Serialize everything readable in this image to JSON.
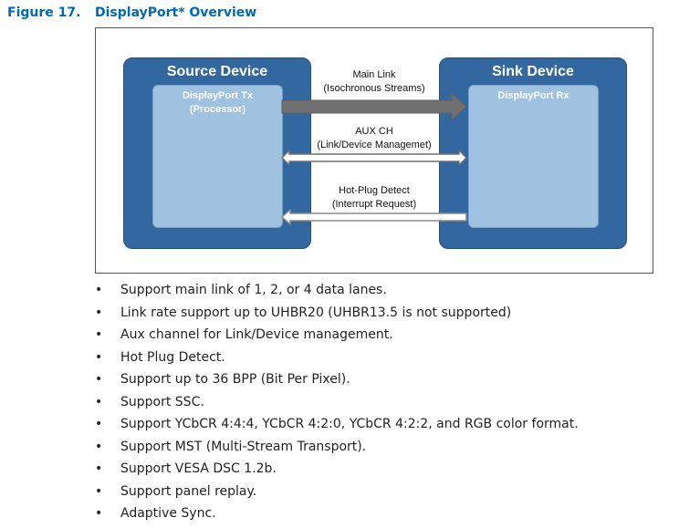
{
  "figure": {
    "number": "Figure 17.",
    "title": "DisplayPort* Overview"
  },
  "diagram": {
    "source": {
      "title": "Source Device",
      "inner_line1": "DisplayPort Tx",
      "inner_line2": "(Processor)"
    },
    "sink": {
      "title": "Sink Device",
      "inner_line1": "DisplayPort Rx"
    },
    "links": [
      {
        "line1": "Main Link",
        "line2": "(Isochronous Streams)",
        "direction": "source-to-sink"
      },
      {
        "line1": "AUX CH",
        "line2": "(Link/Device Managemet)",
        "direction": "bidirectional"
      },
      {
        "line1": "Hot-Plug Detect",
        "line2": "(Interrupt Request)",
        "direction": "sink-to-source"
      }
    ]
  },
  "bullets": [
    "Support main link of 1, 2, or 4 data lanes.",
    "Link rate support up to UHBR20 (UHBR13.5 is not supported)",
    "Aux channel for Link/Device management.",
    "Hot Plug Detect.",
    "Support up to 36 BPP (Bit Per Pixel).",
    "Support SSC.",
    "Support YCbCR 4:4:4, YCbCR 4:2:0, YCbCR 4:2:2, and RGB color format.",
    "Support MST (Multi-Stream Transport).",
    "Support VESA DSC 1.2b.",
    "Support panel replay.",
    "Adaptive Sync."
  ],
  "bullet_symbol": "•",
  "colors": {
    "heading": "#0068b5",
    "device_box": "#33679f",
    "inner_box": "#9fc2e1",
    "main_link_arrow": "#707070",
    "aux_arrow_outline": "#707070",
    "hpd_arrow_outline": "#8a8a8a"
  }
}
